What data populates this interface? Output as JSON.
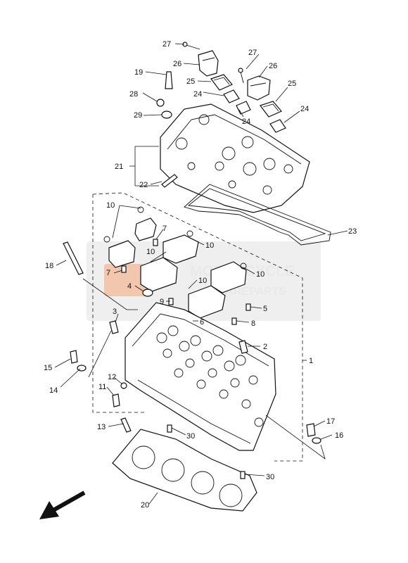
{
  "diagram": {
    "callouts": [
      {
        "key": "c27a",
        "label": "27"
      },
      {
        "key": "c27b",
        "label": "27"
      },
      {
        "key": "c26a",
        "label": "26"
      },
      {
        "key": "c26b",
        "label": "26"
      },
      {
        "key": "c25a",
        "label": "25"
      },
      {
        "key": "c25b",
        "label": "25"
      },
      {
        "key": "c24a",
        "label": "24"
      },
      {
        "key": "c24b",
        "label": "24"
      },
      {
        "key": "c24c",
        "label": "24"
      },
      {
        "key": "c19",
        "label": "19"
      },
      {
        "key": "c28",
        "label": "28"
      },
      {
        "key": "c29",
        "label": "29"
      },
      {
        "key": "c21",
        "label": "21"
      },
      {
        "key": "c22",
        "label": "22"
      },
      {
        "key": "c23",
        "label": "23"
      },
      {
        "key": "c10a",
        "label": "10"
      },
      {
        "key": "c10b",
        "label": "10"
      },
      {
        "key": "c10c",
        "label": "10"
      },
      {
        "key": "c10d",
        "label": "10"
      },
      {
        "key": "c10e",
        "label": "10"
      },
      {
        "key": "c7a",
        "label": "7"
      },
      {
        "key": "c7b",
        "label": "7"
      },
      {
        "key": "c18",
        "label": "18"
      },
      {
        "key": "c4",
        "label": "4"
      },
      {
        "key": "c9",
        "label": "9"
      },
      {
        "key": "c5",
        "label": "5"
      },
      {
        "key": "c6",
        "label": "6"
      },
      {
        "key": "c8",
        "label": "8"
      },
      {
        "key": "c3",
        "label": "3"
      },
      {
        "key": "c2",
        "label": "2"
      },
      {
        "key": "c1",
        "label": "1"
      },
      {
        "key": "c15",
        "label": "15"
      },
      {
        "key": "c14",
        "label": "14"
      },
      {
        "key": "c12",
        "label": "12"
      },
      {
        "key": "c11",
        "label": "11"
      },
      {
        "key": "c13",
        "label": "13"
      },
      {
        "key": "c17",
        "label": "17"
      },
      {
        "key": "c16",
        "label": "16"
      },
      {
        "key": "c30a",
        "label": "30"
      },
      {
        "key": "c30b",
        "label": "30"
      },
      {
        "key": "c20",
        "label": "20"
      }
    ],
    "watermark": {
      "line1": "MOTORCYCLE",
      "line2": "SPAREPARTS",
      "color": "#c9c9c9",
      "accent": "#e87a3a"
    },
    "orientation_arrow": "arrow-down-left-icon"
  }
}
